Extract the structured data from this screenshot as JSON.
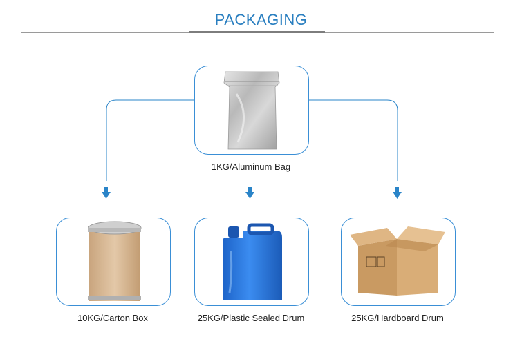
{
  "header": {
    "title": "PACKAGING"
  },
  "top_item": {
    "caption": "1KG/Aluminum Bag",
    "icon": "aluminum-bag"
  },
  "bottom_items": [
    {
      "caption": "10KG/Carton Box",
      "icon": "fiber-drum"
    },
    {
      "caption": "25KG/Plastic Sealed Drum",
      "icon": "plastic-jerrycan"
    },
    {
      "caption": "25KG/Hardboard Drum",
      "icon": "cardboard-box"
    }
  ],
  "colors": {
    "accent": "#2a7fc0",
    "border": "#3a8fd6",
    "arrow": "#2a84c8"
  }
}
